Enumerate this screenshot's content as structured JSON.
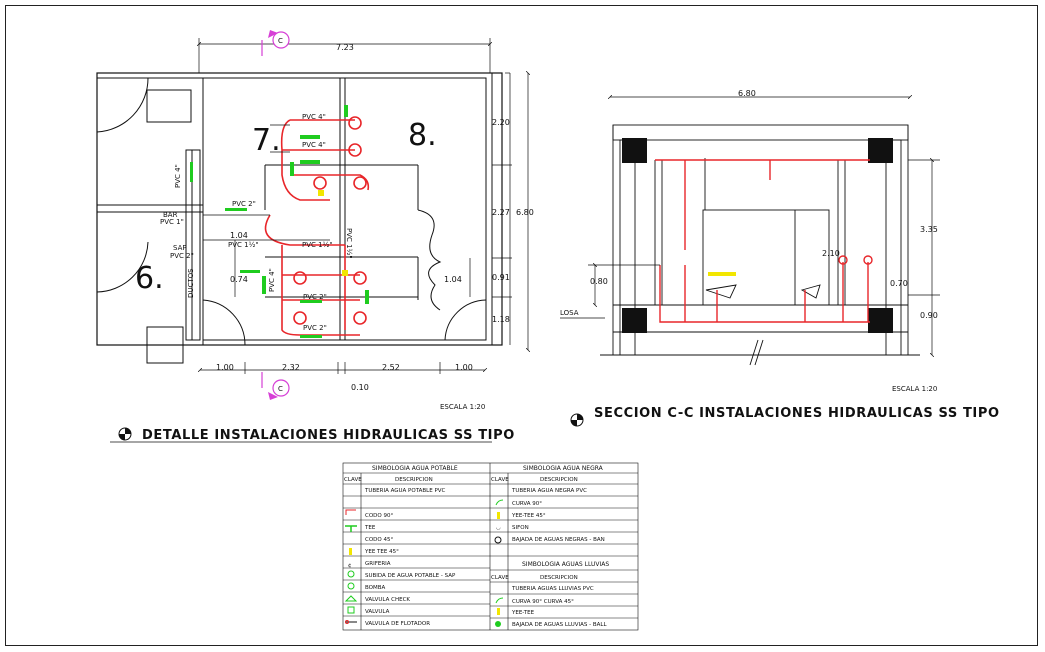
{
  "plan": {
    "title": "DETALLE INSTALACIONES HIDRAULICAS SS TIPO",
    "scale": "ESCALA 1:20",
    "rooms": [
      "6.",
      "7.",
      "8."
    ],
    "section_marker": "C",
    "dims_top": "7.23",
    "dims_right": [
      "2.20",
      "2.27",
      "0.91",
      "1.18"
    ],
    "dims_right_total": "6.80",
    "dims_bottom": [
      "1.00",
      "2.32",
      "2.52",
      "1.00"
    ],
    "dim_bottom_small": "0.10",
    "dims_inner": [
      "1.04",
      "0.74",
      "1.04"
    ],
    "labels": {
      "pvc4a": "PVC 4\"",
      "pvc4b": "PVC 4\"",
      "pvc2a": "PVC 2\"",
      "pvc2b": "PVC 2\"",
      "pvc2c": "PVC 2\"",
      "pvc15": "PVC 1½\"",
      "pvc15b": "PVC 1½\"",
      "bar": "BAR",
      "pvc_b": "PVC 1\"",
      "sap": "SAP",
      "pvc_s": "PVC 2\"",
      "ductos": "DUCTOS",
      "pvc_left": "PVC 4\"",
      "pvc_vert": "PVC 4\"",
      "pvc_vert2": "PVC 1½\""
    }
  },
  "section": {
    "title": "SECCION C-C INSTALACIONES HIDRAULICAS SS TIPO",
    "scale": "ESCALA 1:20",
    "dim_top": "6.80",
    "dims_right": [
      "3.35",
      "0.70",
      "0.90"
    ],
    "dim_left": "0.80",
    "dim_mid": "2.10",
    "losa": "LOSA"
  },
  "legend": {
    "potable": {
      "header": "SIMBOLOGIA AGUA POTABLE",
      "col_clave": "CLAVE",
      "col_desc": "DESCRIPCION",
      "rows": [
        "TUBERIA AGUA POTABLE PVC",
        "CODO 90°",
        "TEE",
        "CODO 45°",
        "YEE TEE 45°",
        "GRIFERIA",
        "SUBIDA DE AGUA POTABLE - SAP",
        "BOMBA",
        "VALVULA CHECK",
        "VALVULA",
        "VALVULA DE FLOTADOR"
      ]
    },
    "negra": {
      "header": "SIMBOLOGIA AGUA NEGRA",
      "col_clave": "CLAVE",
      "col_desc": "DESCRIPCION",
      "rows": [
        "TUBERIA AGUA NEGRA PVC",
        "CURVA 90°",
        "YEE-TEE 45°",
        "SIFON",
        "BAJADA DE AGUAS NEGRAS - BAN"
      ]
    },
    "lluvia": {
      "header": "SIMBOLOGIA AGUAS LLUVIAS",
      "col_clave": "CLAVE",
      "col_desc": "DESCRIPCION",
      "rows": [
        "TUBERIA AGUAS LLUVIAS PVC",
        "CURVA 90°     CURVA 45°",
        "YEE-TEE",
        "BAJADA DE AGUAS LLUVIAS - BALL"
      ]
    }
  },
  "colors": {
    "red": "#e8262a",
    "green": "#1fcc1f",
    "yellow": "#f2e600",
    "magenta": "#d63fd6",
    "line": "#111111"
  }
}
